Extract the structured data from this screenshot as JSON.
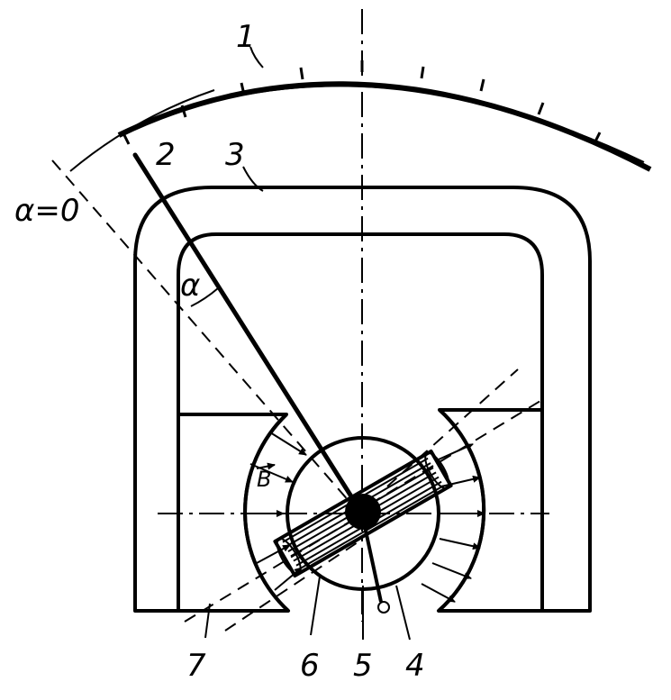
{
  "labels": {
    "scale": "1",
    "pointer": "2",
    "magnet": "3",
    "core": "4",
    "spring": "5",
    "coil": "6",
    "pole_piece": "7",
    "angle": "α",
    "angle_zero": "α=0",
    "field": "B"
  }
}
